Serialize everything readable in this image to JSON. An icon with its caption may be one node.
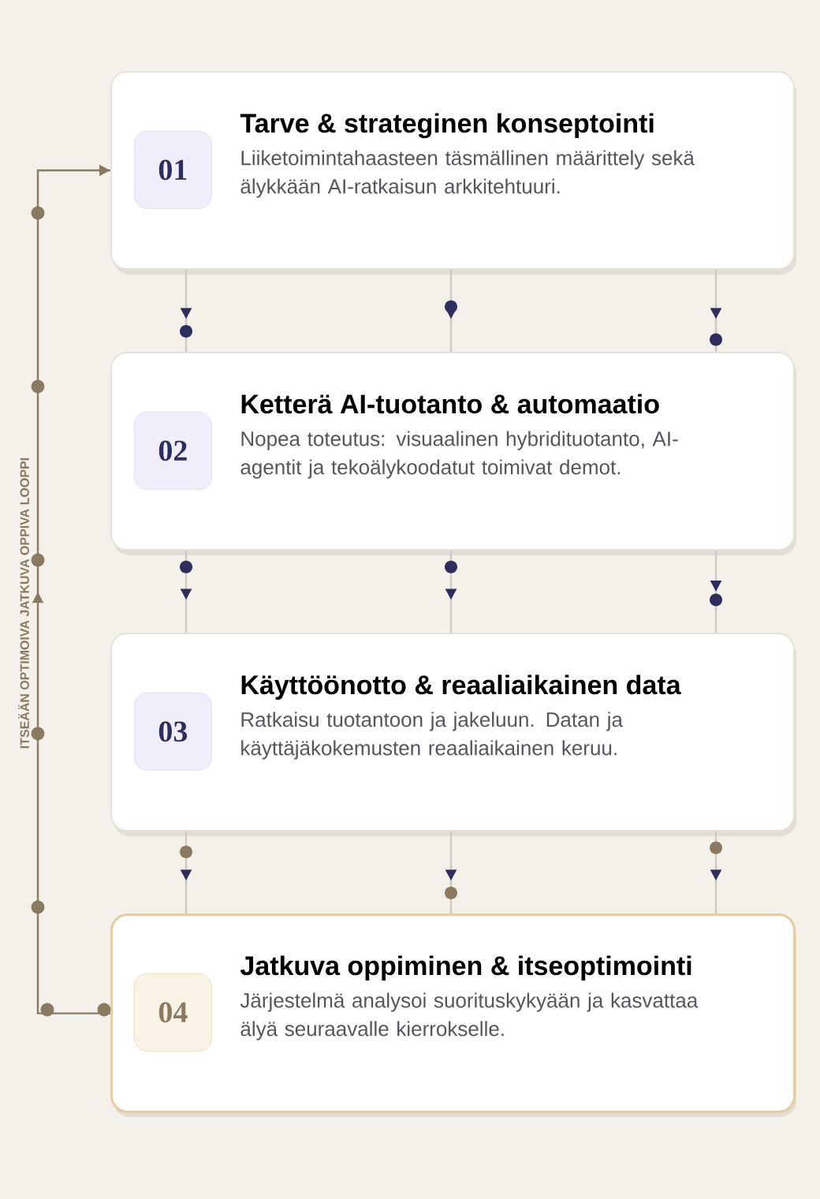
{
  "diagram": {
    "nodes": [
      {
        "text": [
          "Tarve & strateginen konseptointi",
          "Liiketoimintahaasteen täsmällinen määrittely sekä älykkään AI-ratkaisun arkkitehtuuri."
        ]
      },
      {
        "text": [
          "01"
        ],
        "in": 0
      },
      {
        "text": [
          "Ketterä AI-tuotanto & automaatio",
          "Nopea toteutus: visuaalinen hybridituotanto, AI-agentit ja tekoälykoodatut toimivat demot."
        ]
      },
      {
        "text": [
          "02"
        ],
        "in": 2
      },
      {
        "text": [
          "Käyttöönotto & reaaliaikainen data",
          "Ratkaisu tuotantoon ja jakeluun. Datan ja käyttäjäkokemusten reaaliaikainen keruu."
        ]
      },
      {
        "text": [
          "03"
        ],
        "in": 4
      },
      {
        "text": [
          "Jatkuva oppiminen & itseoptimointi",
          "Järjestelmä analysoi suorituskykyään ja kasvattaa älyä seuraavalle kierrokselle."
        ]
      },
      {
        "text": [
          "04"
        ],
        "in": 6
      }
    ],
    "edges": [
      {
        "from": 0,
        "to": 2,
        "arrow": "to"
      },
      {
        "from": 0,
        "to": 2,
        "arrow": "to"
      },
      {
        "from": 0,
        "to": 2,
        "arrow": "to"
      },
      {
        "from": 2,
        "to": 4,
        "arrow": "to"
      },
      {
        "from": 2,
        "to": 4,
        "arrow": "to"
      },
      {
        "from": 2,
        "to": 4,
        "arrow": "to"
      },
      {
        "from": 4,
        "to": 6,
        "arrow": "to"
      },
      {
        "from": 4,
        "to": 6,
        "arrow": "to"
      },
      {
        "from": 4,
        "to": 6,
        "arrow": "to"
      },
      {
        "from": 6,
        "to": 0,
        "arrow": "to",
        "label": "ITSEÄÄN OPTIMOIVA JATKUVA OPPIVA LOOPPI",
        "color": "#8a7a62"
      }
    ]
  }
}
